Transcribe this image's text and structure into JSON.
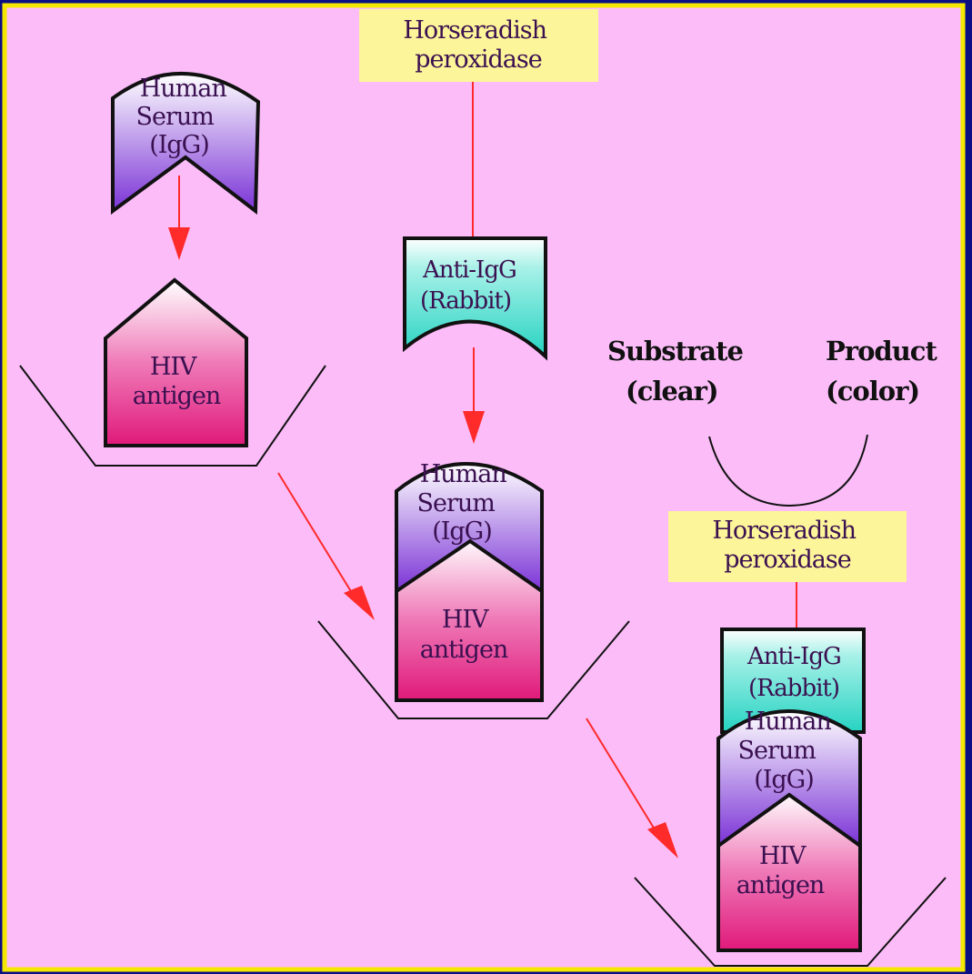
{
  "colors": {
    "frame": "#0b0f84",
    "border": "#f5e800",
    "background": "#fbbcf8",
    "arrow": "#ff2a2a",
    "hrp_box": "#fdf59a",
    "antigen": "#e0197a",
    "serum": "#7b33d6",
    "anti_igg": "#26d3c2"
  },
  "labels": {
    "horseradish_peroxidase": [
      "Horseradish",
      "peroxidase"
    ],
    "anti_igg": [
      "Anti-IgG",
      "(Rabbit)"
    ],
    "human_serum": [
      "Human",
      "Serum",
      "(IgG)"
    ],
    "hiv_antigen": [
      "HIV",
      "antigen"
    ],
    "substrate": [
      "Substrate",
      "(clear)"
    ],
    "product": [
      "Product",
      "(color)"
    ]
  }
}
